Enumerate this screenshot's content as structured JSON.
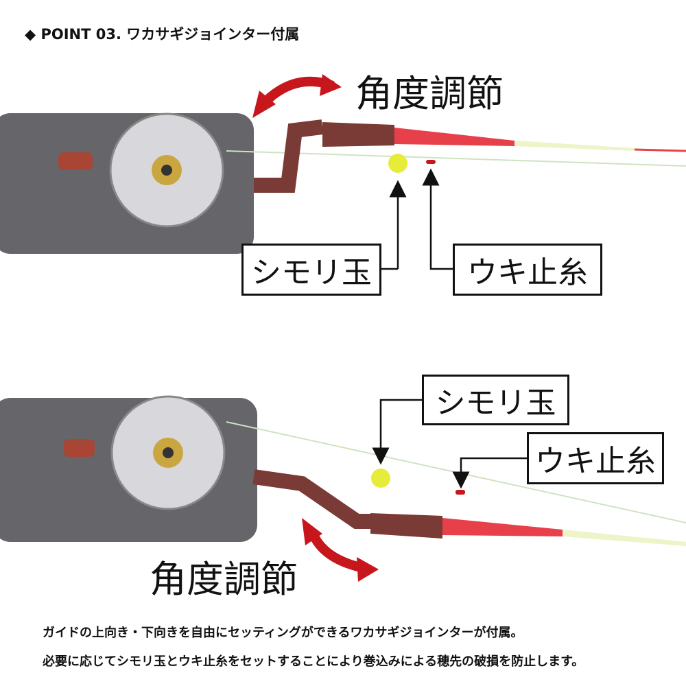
{
  "title": "◆ POINT 03. ワカサギジョインター付属",
  "top": {
    "angle_label": "角度調節",
    "ball_label": "シモリ玉",
    "stopper_label": "ウキ止糸"
  },
  "bottom": {
    "angle_label": "角度調節",
    "ball_label": "シモリ玉",
    "stopper_label": "ウキ止糸"
  },
  "caption": [
    "ガイドの上向き・下向きを自由にセッティングができるワカサギジョインターが付属。",
    "必要に応じてシモリ玉とウキ止糸をセットすることにより巻込みによる穂先の破損を防止します。"
  ],
  "colors": {
    "accent": "#c8161d",
    "rod": "#e8404a",
    "joint": "#7a3a35",
    "ball": "#e6ec3a"
  }
}
